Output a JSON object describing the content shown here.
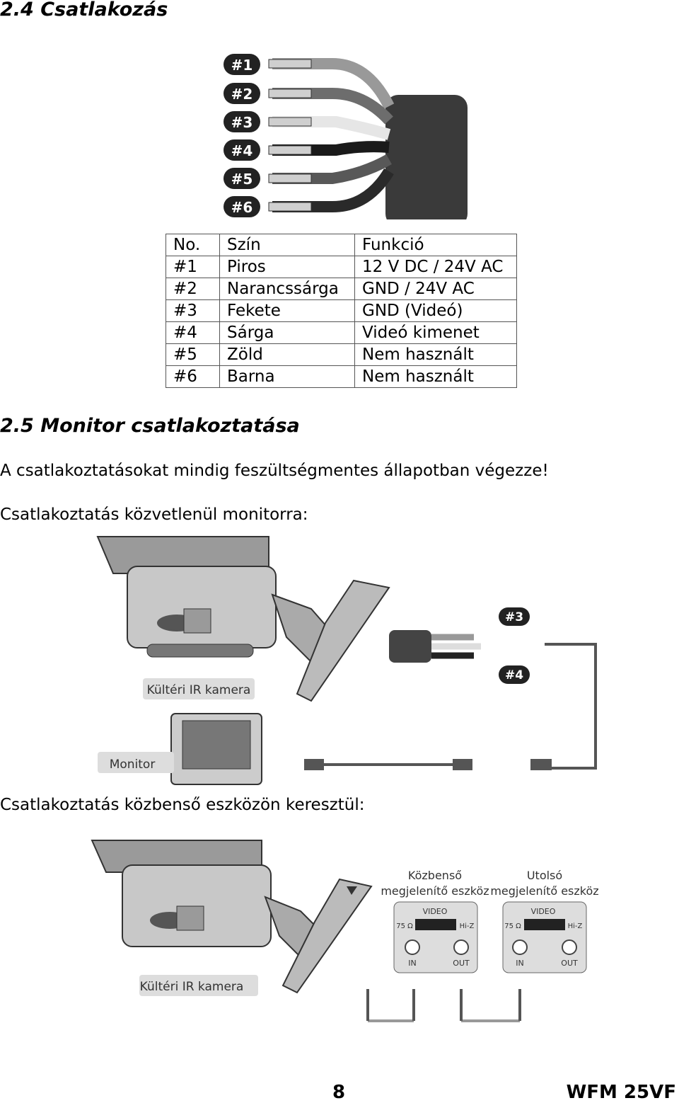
{
  "section_24": {
    "title": "2.4 Csatlakozás"
  },
  "connector": {
    "labels": [
      "#1",
      "#2",
      "#3",
      "#4",
      "#5",
      "#6"
    ]
  },
  "wire_table": {
    "headers": [
      "No.",
      "Szín",
      "Funkció"
    ],
    "rows": [
      [
        "#1",
        "Piros",
        "12 V DC / 24V AC"
      ],
      [
        "#2",
        "Narancssárga",
        "GND / 24V AC"
      ],
      [
        "#3",
        "Fekete",
        "GND (Videó)"
      ],
      [
        "#4",
        "Sárga",
        "Videó kimenet"
      ],
      [
        "#5",
        "Zöld",
        "Nem használt"
      ],
      [
        "#6",
        "Barna",
        "Nem használt"
      ]
    ]
  },
  "section_25": {
    "title": "2.5 Monitor csatlakoztatása",
    "warning": "A csatlakoztatásokat mindig feszültségmentes állapotban végezze!",
    "direct_caption": "Csatlakoztatás közvetlenül monitorra:",
    "via_caption": "Csatlakoztatás közbenső eszközön keresztül:"
  },
  "diagram_direct": {
    "camera_label": "Kültéri IR kamera",
    "monitor_label": "Monitor",
    "tag3": "#3",
    "tag4": "#4"
  },
  "diagram_via": {
    "camera_label": "Kültéri IR kamera",
    "intermediate_l1": "Közbenső",
    "intermediate_l2": "megjelenítő eszköz",
    "last_l1": "Utolsó",
    "last_l2": "megjelenítő eszköz",
    "video": "VIDEO",
    "ohm": "75 Ω",
    "hiz": "Hi-Z",
    "in": "IN",
    "out": "OUT"
  },
  "footer": {
    "page": "8",
    "model": "WFM 25VF"
  }
}
